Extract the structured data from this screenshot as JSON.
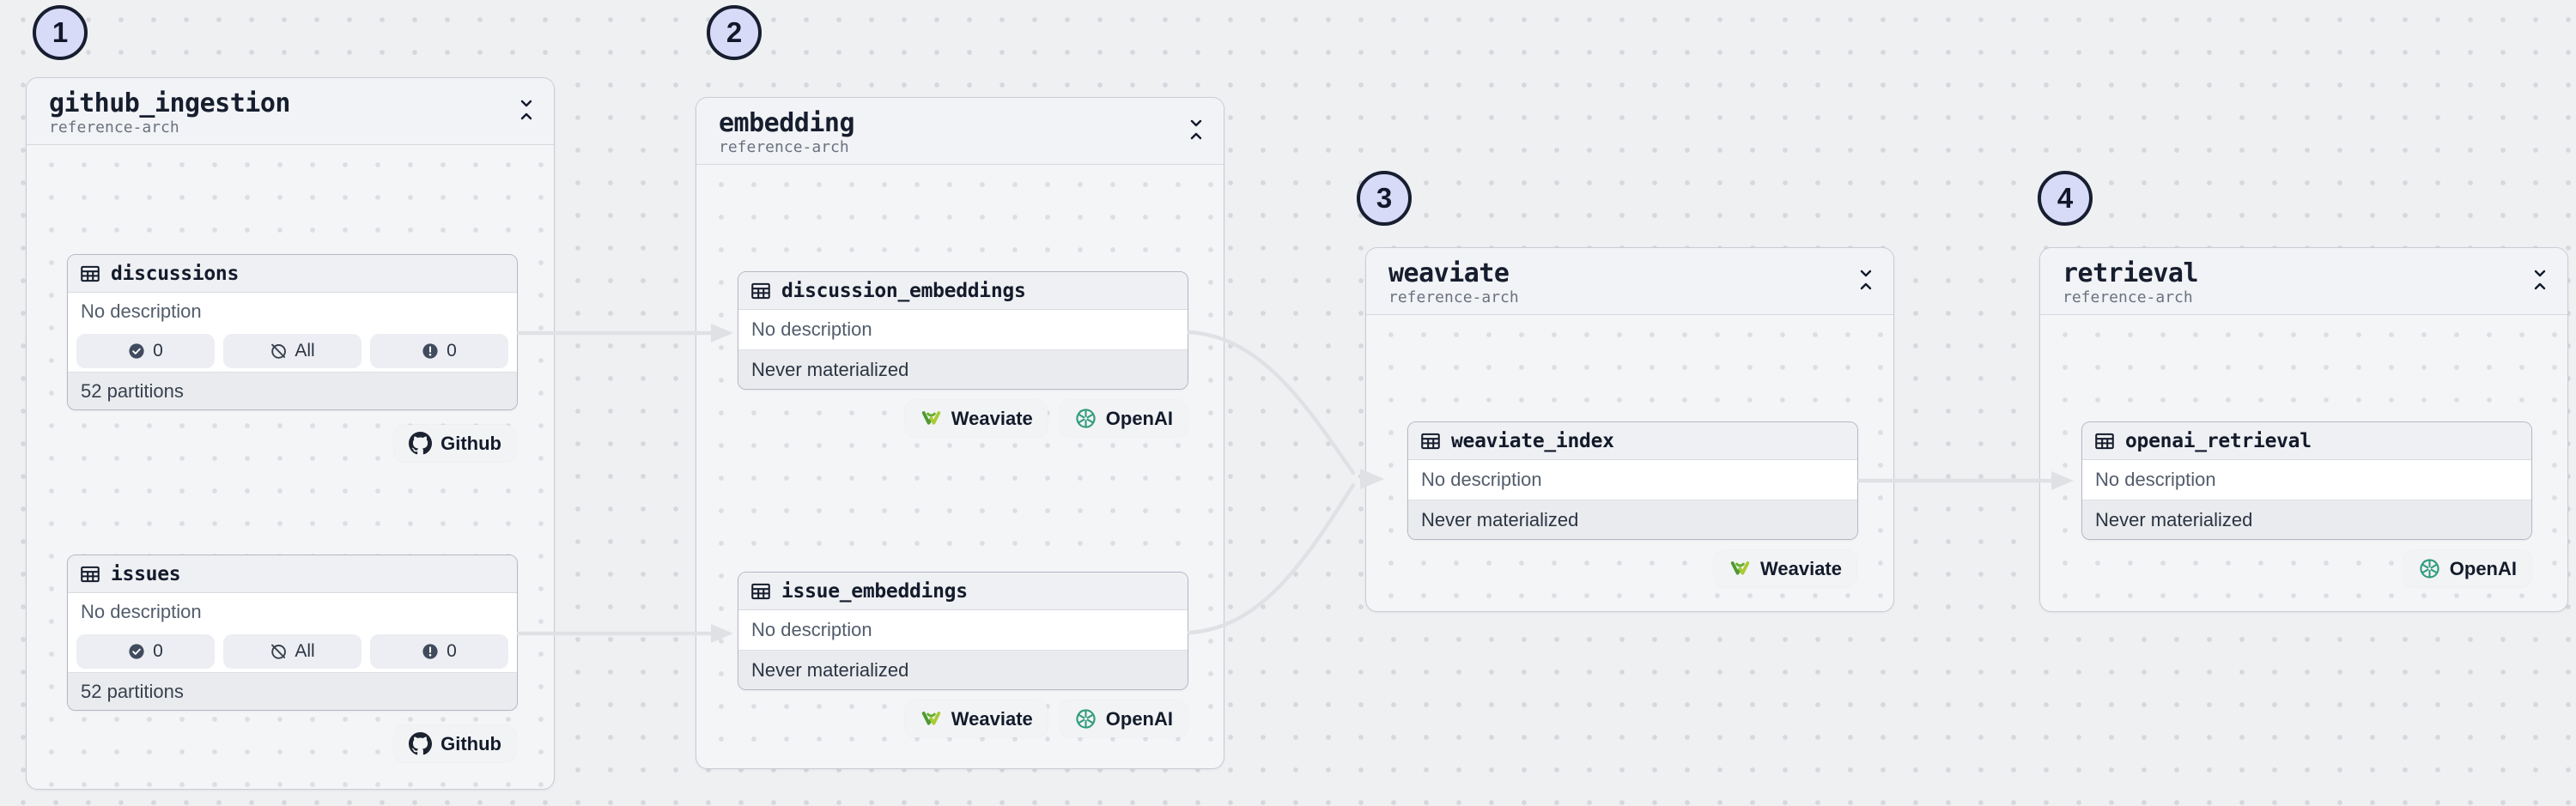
{
  "colors": {
    "step_circle_fill": "#d8dbf8",
    "step_circle_border": "#171e30",
    "edge_gray": "#dfe1e5",
    "text_primary": "#161e2e",
    "weaviate_green_dark": "#4e9a31",
    "weaviate_green_light": "#a9ca35",
    "openai_green": "#339d7d",
    "github_dark": "#1b2230"
  },
  "groups": [
    {
      "number": "1",
      "title": "github_ingestion",
      "subtitle": "reference-arch",
      "assets": [
        {
          "name": "discussions",
          "icon": "table-icon",
          "description": "No description",
          "pills": [
            {
              "icon": "check-circle-icon",
              "label": "0"
            },
            {
              "icon": "slash-circle-icon",
              "label": "All"
            },
            {
              "icon": "alert-circle-icon",
              "label": "0"
            }
          ],
          "footer": "52 partitions"
        },
        {
          "name": "issues",
          "icon": "table-icon",
          "description": "No description",
          "pills": [
            {
              "icon": "check-circle-icon",
              "label": "0"
            },
            {
              "icon": "slash-circle-icon",
              "label": "All"
            },
            {
              "icon": "alert-circle-icon",
              "label": "0"
            }
          ],
          "footer": "52 partitions"
        }
      ],
      "badges": [
        {
          "icon": "github-icon",
          "label": "Github"
        },
        {
          "icon": "github-icon",
          "label": "Github"
        }
      ]
    },
    {
      "number": "2",
      "title": "embedding",
      "subtitle": "reference-arch",
      "assets": [
        {
          "name": "discussion_embeddings",
          "icon": "table-icon",
          "description": "No description",
          "status": "Never materialized"
        },
        {
          "name": "issue_embeddings",
          "icon": "table-icon",
          "description": "No description",
          "status": "Never materialized"
        }
      ],
      "badge_rows": [
        [
          {
            "icon": "weaviate-icon",
            "label": "Weaviate"
          },
          {
            "icon": "openai-icon",
            "label": "OpenAI"
          }
        ],
        [
          {
            "icon": "weaviate-icon",
            "label": "Weaviate"
          },
          {
            "icon": "openai-icon",
            "label": "OpenAI"
          }
        ]
      ]
    },
    {
      "number": "3",
      "title": "weaviate",
      "subtitle": "reference-arch",
      "assets": [
        {
          "name": "weaviate_index",
          "icon": "table-icon",
          "description": "No description",
          "status": "Never materialized"
        }
      ],
      "badges": [
        {
          "icon": "weaviate-icon",
          "label": "Weaviate"
        }
      ]
    },
    {
      "number": "4",
      "title": "retrieval",
      "subtitle": "reference-arch",
      "assets": [
        {
          "name": "openai_retrieval",
          "icon": "table-icon",
          "description": "No description",
          "status": "Never materialized"
        }
      ],
      "badges": [
        {
          "icon": "openai-icon",
          "label": "OpenAI"
        }
      ]
    }
  ]
}
